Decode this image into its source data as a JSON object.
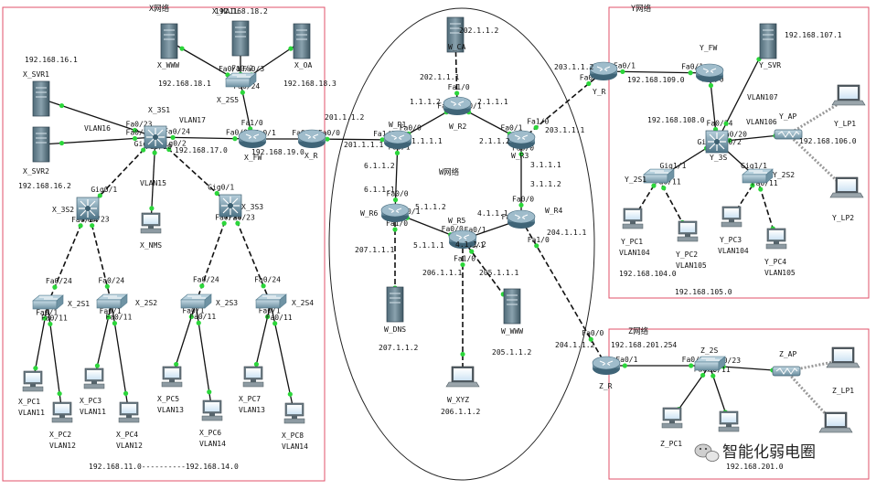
{
  "zones": {
    "x": "X网络",
    "w": "W网络",
    "y": "Y网络",
    "z": "Z网络"
  },
  "watermark": "智能化弱电圈",
  "devices": [
    {
      "id": "X_WWW",
      "type": "server",
      "label": "X_WWW",
      "ip": "192.168.18.1"
    },
    {
      "id": "X_MAIL",
      "type": "server",
      "label": "X_MAIL",
      "ip": "192.168.18.2"
    },
    {
      "id": "X_OA",
      "type": "server",
      "label": "X_OA",
      "ip": "192.168.18.3"
    },
    {
      "id": "X_2S5",
      "type": "switch",
      "label": "X_2S5"
    },
    {
      "id": "X_SVR1",
      "type": "server",
      "label": "X_SVR1",
      "ip": "192.168.16.1"
    },
    {
      "id": "X_SVR2",
      "type": "server",
      "label": "X_SVR2",
      "ip": "192.168.16.2"
    },
    {
      "id": "X_3S1",
      "type": "l3switch",
      "label": "X_3S1"
    },
    {
      "id": "X_FW",
      "type": "router",
      "label": "X_FW"
    },
    {
      "id": "X_R",
      "type": "router",
      "label": "X_R"
    },
    {
      "id": "X_3S2",
      "type": "l3switch",
      "label": "X_3S2"
    },
    {
      "id": "X_3S3",
      "type": "l3switch",
      "label": "X_3S3"
    },
    {
      "id": "X_NMS",
      "type": "pc",
      "label": "X_NMS"
    },
    {
      "id": "X_2S1",
      "type": "switch",
      "label": "X_2S1"
    },
    {
      "id": "X_2S2",
      "type": "switch",
      "label": "X_2S2"
    },
    {
      "id": "X_2S3",
      "type": "switch",
      "label": "X_2S3"
    },
    {
      "id": "X_2S4",
      "type": "switch",
      "label": "X_2S4"
    },
    {
      "id": "X_PC1",
      "type": "pc",
      "label": "X_PC1",
      "vlan": "VLAN11"
    },
    {
      "id": "X_PC2",
      "type": "pc",
      "label": "X_PC2",
      "vlan": "VLAN12"
    },
    {
      "id": "X_PC3",
      "type": "pc",
      "label": "X_PC3",
      "vlan": "VLAN11"
    },
    {
      "id": "X_PC4",
      "type": "pc",
      "label": "X_PC4",
      "vlan": "VLAN12"
    },
    {
      "id": "X_PC5",
      "type": "pc",
      "label": "X_PC5",
      "vlan": "VLAN13"
    },
    {
      "id": "X_PC6",
      "type": "pc",
      "label": "X_PC6",
      "vlan": "VLAN14"
    },
    {
      "id": "X_PC7",
      "type": "pc",
      "label": "X_PC7",
      "vlan": "VLAN13"
    },
    {
      "id": "X_PC8",
      "type": "pc",
      "label": "X_PC8",
      "vlan": "VLAN14"
    },
    {
      "id": "W_CA",
      "type": "server",
      "label": "W_CA",
      "ip": "202.1.1.2"
    },
    {
      "id": "W_R1",
      "type": "router",
      "label": "W_R1"
    },
    {
      "id": "W_R2",
      "type": "router",
      "label": "W_R2"
    },
    {
      "id": "W_R3",
      "type": "router",
      "label": "W_R3"
    },
    {
      "id": "W_R4",
      "type": "router",
      "label": "W_R4"
    },
    {
      "id": "W_R5",
      "type": "router",
      "label": "W_R5"
    },
    {
      "id": "W_R6",
      "type": "router",
      "label": "W_R6"
    },
    {
      "id": "W_DNS",
      "type": "server",
      "label": "W_DNS",
      "ip": "207.1.1.2"
    },
    {
      "id": "W_WWW",
      "type": "server",
      "label": "W_WWW",
      "ip": "205.1.1.2"
    },
    {
      "id": "W_XYZ",
      "type": "laptop",
      "label": "W_XYZ",
      "ip": "206.1.1.2"
    },
    {
      "id": "Y_R",
      "type": "router",
      "label": "Y_R"
    },
    {
      "id": "Y_FW",
      "type": "router",
      "label": "Y_FW"
    },
    {
      "id": "Y_SVR",
      "type": "server",
      "label": "Y_SVR",
      "ip": "192.168.107.1"
    },
    {
      "id": "Y_3S",
      "type": "l3switch",
      "label": "Y_3S"
    },
    {
      "id": "Y_AP",
      "type": "ap",
      "label": "Y_AP"
    },
    {
      "id": "Y_LP1",
      "type": "laptop",
      "label": "Y_LP1"
    },
    {
      "id": "Y_LP2",
      "type": "laptop",
      "label": "Y_LP2"
    },
    {
      "id": "Y_2S1",
      "type": "switch",
      "label": "Y_2S1"
    },
    {
      "id": "Y_2S2",
      "type": "switch",
      "label": "Y_2S2"
    },
    {
      "id": "Y_PC1",
      "type": "pc",
      "label": "Y_PC1",
      "vlan": "VLAN104"
    },
    {
      "id": "Y_PC2",
      "type": "pc",
      "label": "Y_PC2",
      "vlan": "VLAN105"
    },
    {
      "id": "Y_PC3",
      "type": "pc",
      "label": "Y_PC3",
      "vlan": "VLAN104"
    },
    {
      "id": "Y_PC4",
      "type": "pc",
      "label": "Y_PC4",
      "vlan": "VLAN105"
    },
    {
      "id": "Z_R",
      "type": "router",
      "label": "Z_R"
    },
    {
      "id": "Z_2S",
      "type": "switch",
      "label": "Z_2S"
    },
    {
      "id": "Z_AP",
      "type": "ap",
      "label": "Z_AP"
    },
    {
      "id": "Z_LP1",
      "type": "laptop",
      "label": "Z_LP1"
    },
    {
      "id": "Z_LP2",
      "type": "laptop",
      "label": ""
    },
    {
      "id": "Z_PC1",
      "type": "pc",
      "label": "Z_PC1"
    },
    {
      "id": "Z_PC2",
      "type": "pc",
      "label": ""
    }
  ],
  "links": [
    {
      "a": "X_WWW",
      "b": "X_2S5",
      "style": "solid",
      "pa": "",
      "pb": "Fa0/1"
    },
    {
      "a": "X_MAIL",
      "b": "X_2S5",
      "style": "solid",
      "pa": "",
      "pb": "Fa0/2"
    },
    {
      "a": "X_OA",
      "b": "X_2S5",
      "style": "solid",
      "pa": "",
      "pb": "Fa0/3"
    },
    {
      "a": "X_2S5",
      "b": "X_FW",
      "style": "solid",
      "pa": "Fa0/24",
      "pb": "Fa1/0"
    },
    {
      "a": "X_SVR1",
      "b": "X_3S1",
      "style": "solid",
      "pa": "",
      "pb": "Fa0/23"
    },
    {
      "a": "X_SVR2",
      "b": "X_3S1",
      "style": "solid",
      "pa": "",
      "pb": "Fa0/22"
    },
    {
      "a": "X_3S1",
      "b": "X_FW",
      "style": "solid",
      "pa": "Fa0/24",
      "pb": "Fa0/0"
    },
    {
      "a": "X_FW",
      "b": "X_R",
      "style": "solid",
      "pa": "Fa0/1",
      "pb": "Fa0/1"
    },
    {
      "a": "X_3S1",
      "b": "X_3S2",
      "style": "dashed",
      "pa": "Gig0/1",
      "pb": "Gig0/1"
    },
    {
      "a": "X_3S1",
      "b": "X_3S3",
      "style": "dashed",
      "pa": "Gig0/2",
      "pb": "Gig0/1"
    },
    {
      "a": "X_3S1",
      "b": "X_NMS",
      "style": "solid",
      "pa": "Fa0/20",
      "pb": ""
    },
    {
      "a": "X_3S2",
      "b": "X_2S1",
      "style": "dashed",
      "pa": "Fa0/24",
      "pb": "Fa0/24"
    },
    {
      "a": "X_3S2",
      "b": "X_2S2",
      "style": "dashed",
      "pa": "Fa0/23",
      "pb": "Fa0/24"
    },
    {
      "a": "X_3S3",
      "b": "X_2S3",
      "style": "dashed",
      "pa": "Fa0/24",
      "pb": "Fa0/24"
    },
    {
      "a": "X_3S3",
      "b": "X_2S4",
      "style": "dashed",
      "pa": "Fa0/23",
      "pb": "Fa0/24"
    },
    {
      "a": "X_2S1",
      "b": "X_PC1",
      "style": "solid",
      "pa": "Fa0/1",
      "pb": ""
    },
    {
      "a": "X_2S1",
      "b": "X_PC2",
      "style": "solid",
      "pa": "Fa0/11",
      "pb": ""
    },
    {
      "a": "X_2S2",
      "b": "X_PC3",
      "style": "solid",
      "pa": "Fa0/1",
      "pb": ""
    },
    {
      "a": "X_2S2",
      "b": "X_PC4",
      "style": "solid",
      "pa": "Fa0/11",
      "pb": ""
    },
    {
      "a": "X_2S3",
      "b": "X_PC5",
      "style": "solid",
      "pa": "Fa0/1",
      "pb": ""
    },
    {
      "a": "X_2S3",
      "b": "X_PC6",
      "style": "solid",
      "pa": "Fa0/11",
      "pb": ""
    },
    {
      "a": "X_2S4",
      "b": "X_PC7",
      "style": "solid",
      "pa": "Fa0/1",
      "pb": ""
    },
    {
      "a": "X_2S4",
      "b": "X_PC8",
      "style": "solid",
      "pa": "Fa0/11",
      "pb": ""
    },
    {
      "a": "X_R",
      "b": "W_R1",
      "style": "solid",
      "pa": "Fa0/0",
      "pb": "Fa1/0"
    },
    {
      "a": "W_CA",
      "b": "W_R2",
      "style": "dashed",
      "pa": "",
      "pb": "Fa1/0"
    },
    {
      "a": "W_R2",
      "b": "W_R1",
      "style": "solid",
      "pa": "Fa0/0",
      "pb": "Fa0/0"
    },
    {
      "a": "W_R2",
      "b": "W_R3",
      "style": "solid",
      "pa": "Fa0/1",
      "pb": "Fa0/1"
    },
    {
      "a": "W_R1",
      "b": "W_R6",
      "style": "solid",
      "pa": "Fa0/1",
      "pb": "Fa0/0"
    },
    {
      "a": "W_R3",
      "b": "W_R4",
      "style": "solid",
      "pa": "Fa0/0",
      "pb": "Fa0/0"
    },
    {
      "a": "W_R4",
      "b": "W_R5",
      "style": "solid",
      "pa": "Fa0/1",
      "pb": "Fa0/1"
    },
    {
      "a": "W_R6",
      "b": "W_R5",
      "style": "solid",
      "pa": "Fa0/1",
      "pb": "Fa0/0"
    },
    {
      "a": "W_R6",
      "b": "W_DNS",
      "style": "dashed",
      "pa": "Fa1/0",
      "pb": ""
    },
    {
      "a": "W_R5",
      "b": "W_XYZ",
      "style": "dashed",
      "pa": "Fa1/0",
      "pb": ""
    },
    {
      "a": "W_R5",
      "b": "W_WWW",
      "style": "dashed",
      "pa": "Fa1/1",
      "pb": ""
    },
    {
      "a": "W_R3",
      "b": "Y_R",
      "style": "dashed",
      "pa": "Fa1/0",
      "pb": "Fa0/0"
    },
    {
      "a": "W_R4",
      "b": "Z_R",
      "style": "dashed",
      "pa": "Fa1/0",
      "pb": "Fa0/0"
    },
    {
      "a": "Y_R",
      "b": "Y_FW",
      "style": "solid",
      "pa": "Fa0/1",
      "pb": "Fa0/1"
    },
    {
      "a": "Y_FW",
      "b": "Y_3S",
      "style": "solid",
      "pa": "Fa0/0",
      "pb": "Fa0/24"
    },
    {
      "a": "Y_SVR",
      "b": "Y_3S",
      "style": "solid",
      "pa": "",
      "pb": ""
    },
    {
      "a": "Y_3S",
      "b": "Y_AP",
      "style": "solid",
      "pa": "Fa0/20",
      "pb": ""
    },
    {
      "a": "Y_AP",
      "b": "Y_LP1",
      "style": "wireless",
      "pa": "",
      "pb": ""
    },
    {
      "a": "Y_AP",
      "b": "Y_LP2",
      "style": "wireless",
      "pa": "",
      "pb": ""
    },
    {
      "a": "Y_3S",
      "b": "Y_2S1",
      "style": "solid",
      "pa": "Gig0/1",
      "pb": "Gig1/1"
    },
    {
      "a": "Y_3S",
      "b": "Y_2S2",
      "style": "solid",
      "pa": "Gig0/2",
      "pb": "Gig1/1"
    },
    {
      "a": "Y_2S1",
      "b": "Y_PC1",
      "style": "dashed",
      "pa": "Fa0/1",
      "pb": ""
    },
    {
      "a": "Y_2S1",
      "b": "Y_PC2",
      "style": "dashed",
      "pa": "Fa0/11",
      "pb": ""
    },
    {
      "a": "Y_2S2",
      "b": "Y_PC3",
      "style": "dashed",
      "pa": "Fa0/1",
      "pb": ""
    },
    {
      "a": "Y_2S2",
      "b": "Y_PC4",
      "style": "dashed",
      "pa": "Fa0/11",
      "pb": ""
    },
    {
      "a": "Z_R",
      "b": "Z_2S",
      "style": "solid",
      "pa": "Fa0/1",
      "pb": "Fa0/24"
    },
    {
      "a": "Z_2S",
      "b": "Z_AP",
      "style": "solid",
      "pa": "Fa0/23",
      "pb": ""
    },
    {
      "a": "Z_AP",
      "b": "Z_LP1",
      "style": "wireless",
      "pa": "",
      "pb": ""
    },
    {
      "a": "Z_AP",
      "b": "Z_LP2",
      "style": "wireless",
      "pa": "",
      "pb": ""
    },
    {
      "a": "Z_2S",
      "b": "Z_PC1",
      "style": "solid",
      "pa": "Fa0/1",
      "pb": ""
    },
    {
      "a": "Z_2S",
      "b": "Z_PC2",
      "style": "solid",
      "pa": "Fa0/11",
      "pb": ""
    }
  ],
  "annotations": [
    "VLAN16",
    "VLAN17",
    "VLAN15",
    "192.168.17.0",
    "192.168.19.0",
    "201.1.1.2",
    "201.1.1.1",
    "192.168.11.0----------192.168.14.0",
    "202.1.1.1",
    "1.1.1.2",
    "2.1.1.1",
    "1.1.1.1",
    "2.1.1.2",
    "203.1.1.1",
    "203.1.1.2",
    "6.1.1.2",
    "6.1.1.1",
    "5.1.1.2",
    "5.1.1.1",
    "3.1.1.1",
    "3.1.1.2",
    "4.1.1.1",
    "4.1.1.2",
    "207.1.1.1",
    "206.1.1.1",
    "205.1.1.1",
    "204.1.1.1",
    "204.1.1.2",
    "192.168.109.0",
    "VLAN107",
    "192.168.108.0",
    "VLAN106",
    "192.168.106.0",
    "192.168.104.0",
    "192.168.105.0",
    "192.168.201.254",
    "192.168.201.0"
  ]
}
